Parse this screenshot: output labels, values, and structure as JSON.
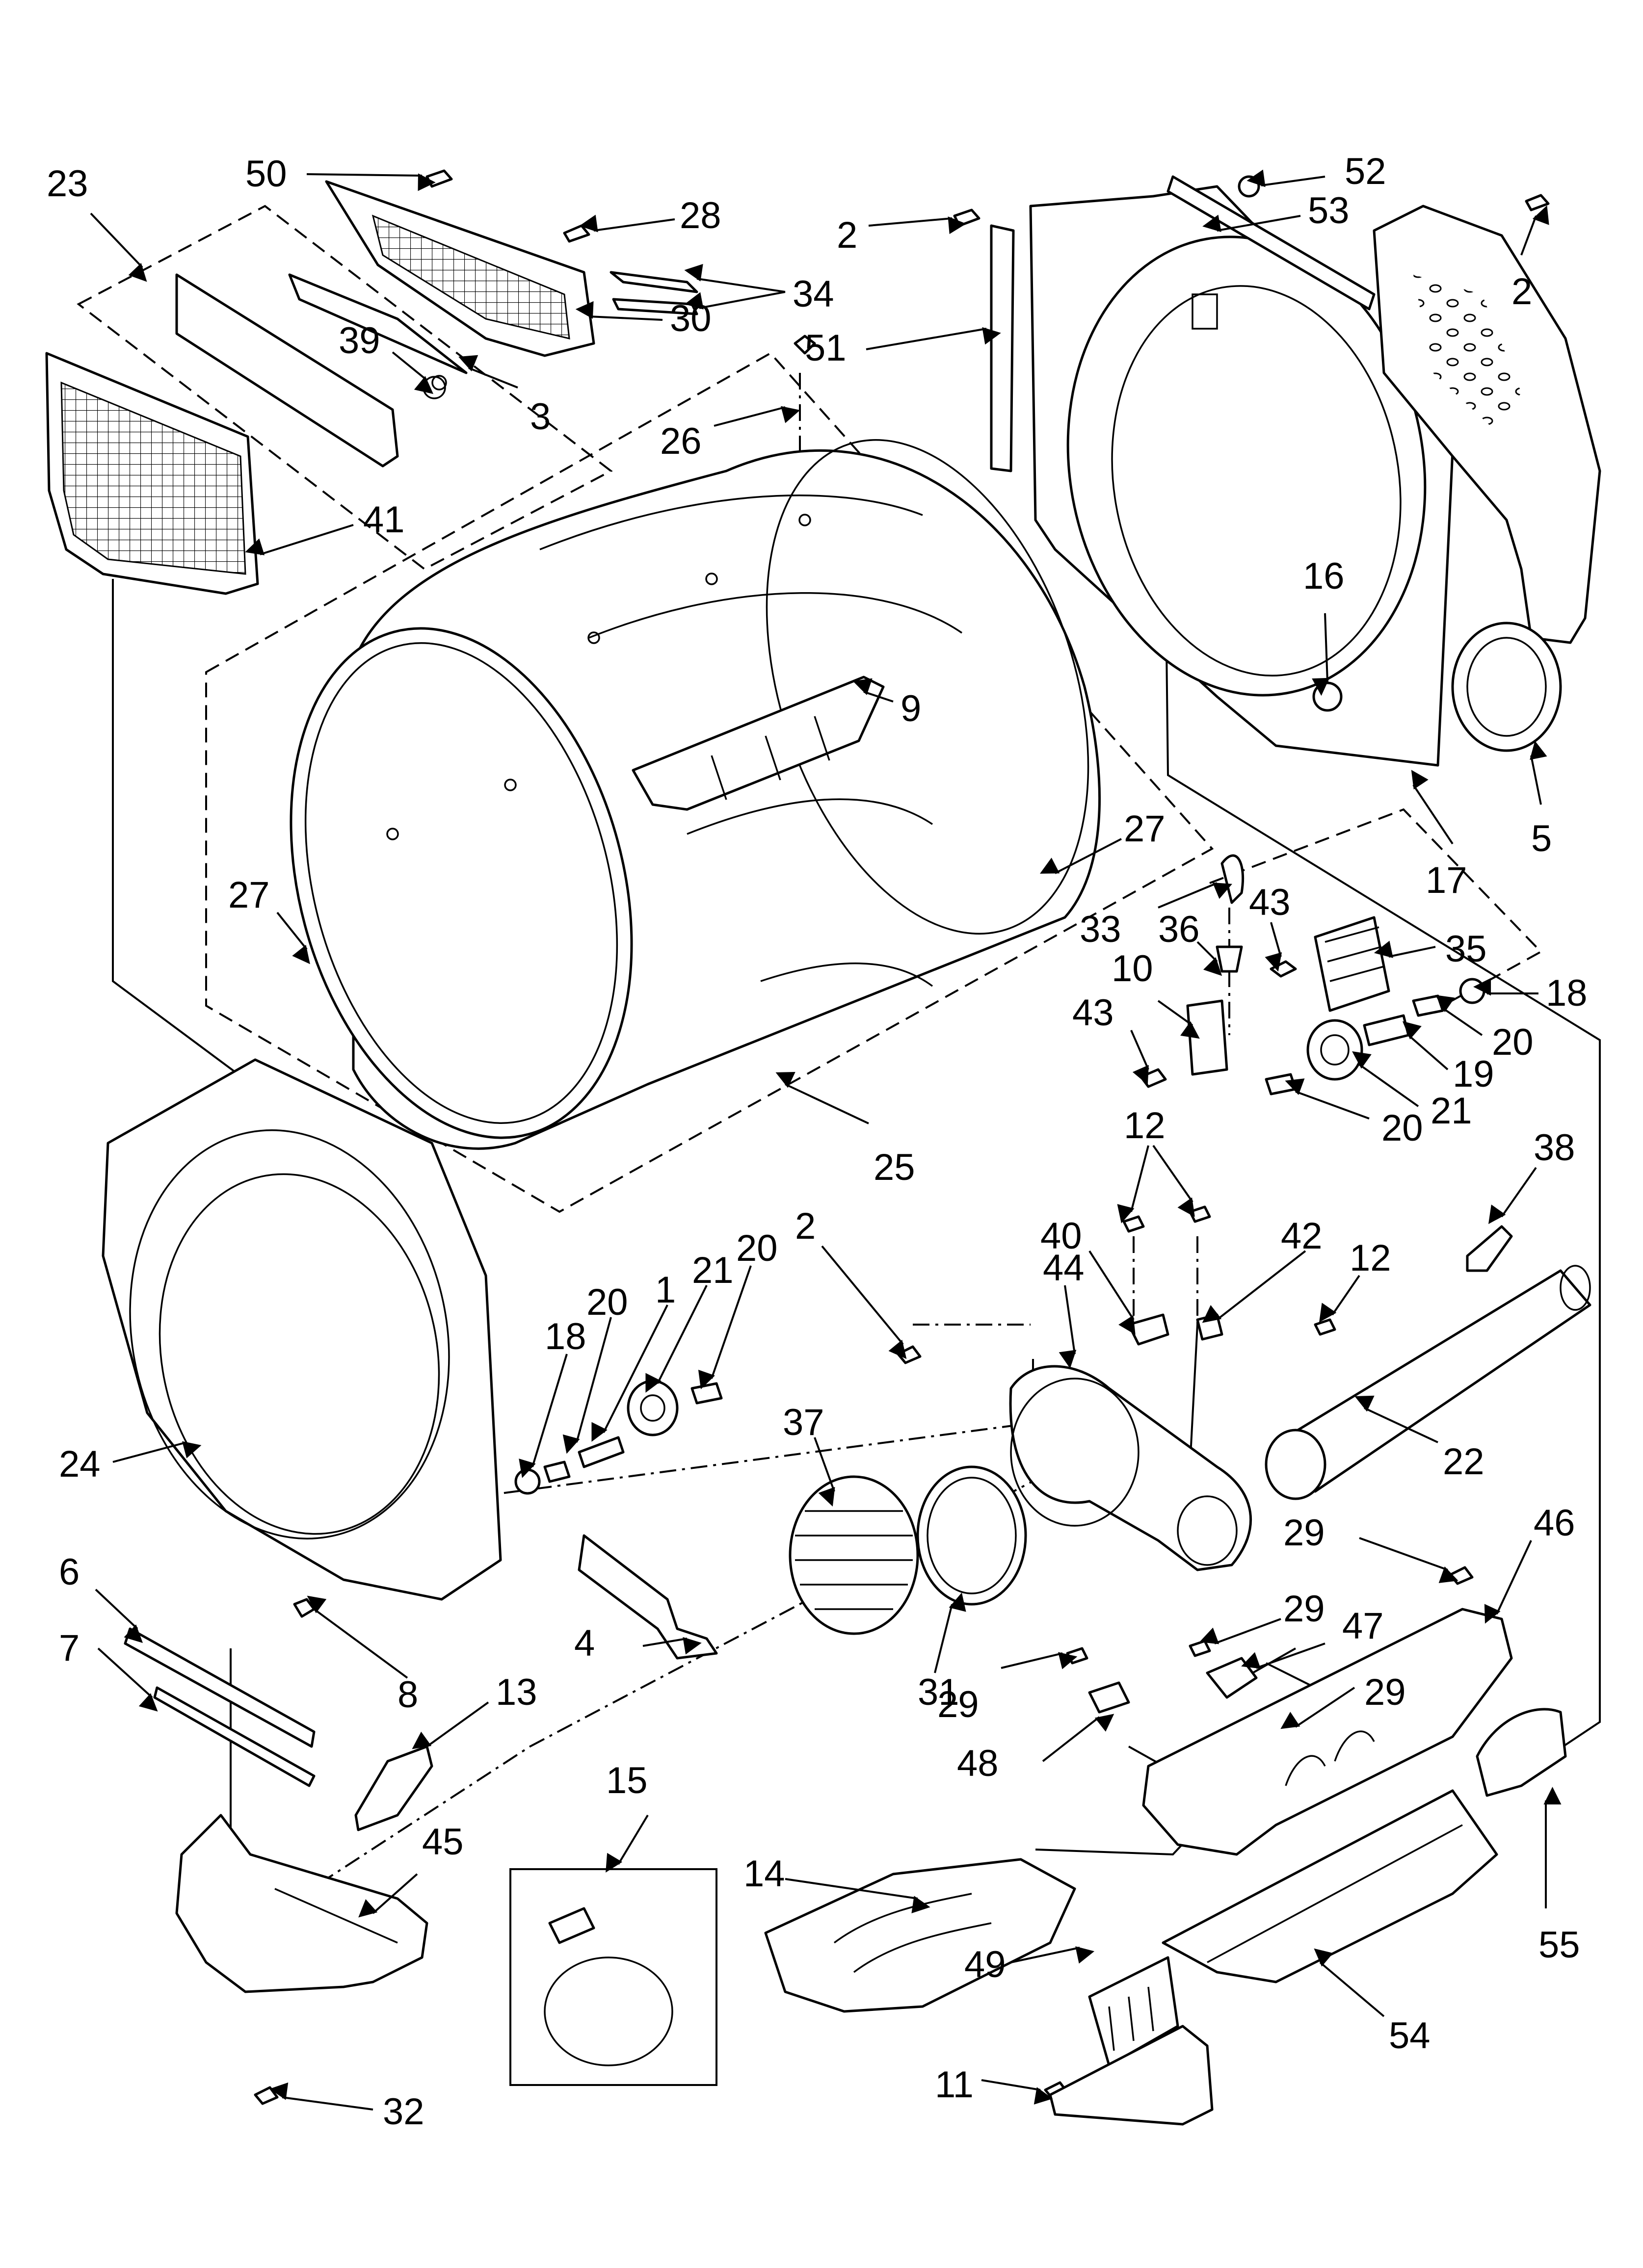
{
  "diagram": {
    "callouts": [
      {
        "id": "c50",
        "text": "50"
      },
      {
        "id": "c28",
        "text": "28"
      },
      {
        "id": "c34",
        "text": "34"
      },
      {
        "id": "c30",
        "text": "30"
      },
      {
        "id": "c39",
        "text": "39"
      },
      {
        "id": "c3",
        "text": "3"
      },
      {
        "id": "c23",
        "text": "23"
      },
      {
        "id": "c41",
        "text": "41"
      },
      {
        "id": "c26",
        "text": "26"
      },
      {
        "id": "c9",
        "text": "9"
      },
      {
        "id": "c27a",
        "text": "27"
      },
      {
        "id": "c27b",
        "text": "27"
      },
      {
        "id": "c25",
        "text": "25"
      },
      {
        "id": "c2a",
        "text": "2"
      },
      {
        "id": "c51",
        "text": "51"
      },
      {
        "id": "c52",
        "text": "52"
      },
      {
        "id": "c53",
        "text": "53"
      },
      {
        "id": "c2b",
        "text": "2"
      },
      {
        "id": "c16",
        "text": "16"
      },
      {
        "id": "c17",
        "text": "17"
      },
      {
        "id": "c5",
        "text": "5"
      },
      {
        "id": "c33",
        "text": "33"
      },
      {
        "id": "c36",
        "text": "36"
      },
      {
        "id": "c43a",
        "text": "43"
      },
      {
        "id": "c35",
        "text": "35"
      },
      {
        "id": "c18a",
        "text": "18"
      },
      {
        "id": "c10",
        "text": "10"
      },
      {
        "id": "c43b",
        "text": "43"
      },
      {
        "id": "c20a",
        "text": "20"
      },
      {
        "id": "c19",
        "text": "19"
      },
      {
        "id": "c21a",
        "text": "21"
      },
      {
        "id": "c20b",
        "text": "20"
      },
      {
        "id": "c12a",
        "text": "12"
      },
      {
        "id": "c38",
        "text": "38"
      },
      {
        "id": "c40",
        "text": "40"
      },
      {
        "id": "c42",
        "text": "42"
      },
      {
        "id": "c12b",
        "text": "12"
      },
      {
        "id": "c2c",
        "text": "2"
      },
      {
        "id": "c20c",
        "text": "20"
      },
      {
        "id": "c21b",
        "text": "21"
      },
      {
        "id": "c1",
        "text": "1"
      },
      {
        "id": "c20d",
        "text": "20"
      },
      {
        "id": "c18b",
        "text": "18"
      },
      {
        "id": "c44",
        "text": "44"
      },
      {
        "id": "c37",
        "text": "37"
      },
      {
        "id": "c22",
        "text": "22"
      },
      {
        "id": "c24",
        "text": "24"
      },
      {
        "id": "c6",
        "text": "6"
      },
      {
        "id": "c7",
        "text": "7"
      },
      {
        "id": "c8",
        "text": "8"
      },
      {
        "id": "c4",
        "text": "4"
      },
      {
        "id": "c31",
        "text": "31"
      },
      {
        "id": "c29a",
        "text": "29"
      },
      {
        "id": "c46",
        "text": "46"
      },
      {
        "id": "c29b",
        "text": "29"
      },
      {
        "id": "c47",
        "text": "47"
      },
      {
        "id": "c29c",
        "text": "29"
      },
      {
        "id": "c29d",
        "text": "29"
      },
      {
        "id": "c48",
        "text": "48"
      },
      {
        "id": "c13",
        "text": "13"
      },
      {
        "id": "c15",
        "text": "15"
      },
      {
        "id": "c45",
        "text": "45"
      },
      {
        "id": "c14",
        "text": "14"
      },
      {
        "id": "c55",
        "text": "55"
      },
      {
        "id": "c49",
        "text": "49"
      },
      {
        "id": "c54",
        "text": "54"
      },
      {
        "id": "c11",
        "text": "11"
      },
      {
        "id": "c32",
        "text": "32"
      }
    ]
  }
}
